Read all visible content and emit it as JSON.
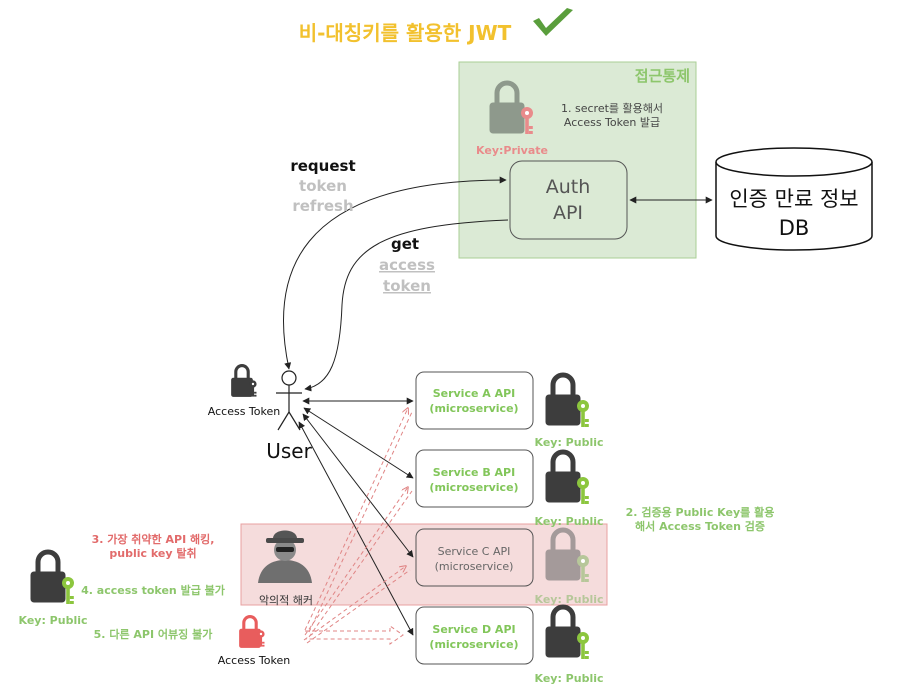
{
  "title": "비-대칭키를 활용한 JWT",
  "colors": {
    "title": "#f2c12e",
    "check": "#5a9e3c",
    "green_text": "#8dc66c",
    "green_fill": "#dbead5",
    "green_border": "#a9cf95",
    "red_fill": "#f5dcdc",
    "red_border": "#e8a0a0",
    "red_text": "#e26b6b",
    "key_green": "#8cc63e",
    "key_red": "#e98b8b",
    "lock_dark": "#3d3d3d",
    "lock_gray": "#8e998c",
    "lock_red": "#e85d5d",
    "service_text": "#82c65a",
    "gray_text": "#c0c0c0"
  },
  "access_control": {
    "label": "접근통제",
    "note_line1": "1. secret를 활용해서",
    "note_line2": "Access Token 발급",
    "key_label": "Key:Private"
  },
  "auth_api": {
    "line1": "Auth",
    "line2": "API"
  },
  "db": {
    "line1": "인증 만료 정보",
    "line2": "DB"
  },
  "request": {
    "line1": "request",
    "line2": "token",
    "line3": "refresh"
  },
  "get": {
    "line1": "get",
    "line2": "access",
    "line3": "token"
  },
  "user": {
    "label": "User",
    "token_label": "Access Token"
  },
  "services": [
    {
      "line1": "Service A API",
      "line2": "(microservice)",
      "key_label": "Key: Public"
    },
    {
      "line1": "Service B API",
      "line2": "(microservice)",
      "key_label": "Key: Public"
    },
    {
      "line1": "Service C API",
      "line2": "(microservice)",
      "key_label": "Key: Public"
    },
    {
      "line1": "Service D API",
      "line2": "(microservice)",
      "key_label": "Key: Public"
    }
  ],
  "verify_note": {
    "line1": "2. 검증용 Public Key를  활용",
    "line2": "해서 Access Token 검증"
  },
  "hacker": {
    "label": "악의적 해커",
    "note3_line1": "3. 가장 취약한 API 해킹,",
    "note3_line2": "public key 탈취",
    "note4": "4. access token 발급 불가",
    "note5": "5. 다른 API 어뷰징 불가",
    "key_label": "Key: Public",
    "token_label": "Access Token"
  }
}
